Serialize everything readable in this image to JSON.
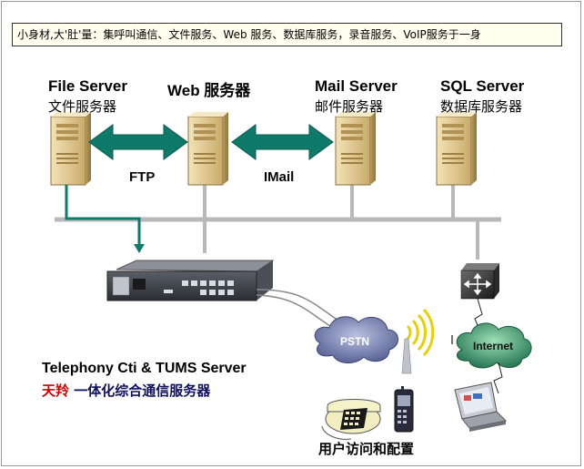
{
  "banner": {
    "text": "小身材,大'肚'量：集呼叫通信、文件服务、Web 服务、数据库服务，录音服务、VoIP服务于一身"
  },
  "servers": [
    {
      "name_en": "File  Server",
      "name_cn": "文件服务器"
    },
    {
      "name_en": "Web  服务器",
      "name_cn": ""
    },
    {
      "name_en": "Mail  Server",
      "name_cn": "邮件服务器"
    },
    {
      "name_en": "SQL Server",
      "name_cn": "数据库服务器"
    }
  ],
  "links": {
    "ftp": "FTP",
    "imail": "IMail"
  },
  "clouds": {
    "pstn": "PSTN",
    "internet": "Internet"
  },
  "main_device": {
    "title_en": "Telephony Cti & TUMS Server",
    "brand": "天羚",
    "title_cn": "一体化综合通信服务器"
  },
  "user_access": "用户访问和配置",
  "colors": {
    "arrow": "#0e7a6a",
    "bus": "#b8b8b8",
    "server_body": "#e3cc9a",
    "cloud": "#6f79a8",
    "internet_cloud": "#3a8a6a",
    "wave": "#e8d000"
  }
}
